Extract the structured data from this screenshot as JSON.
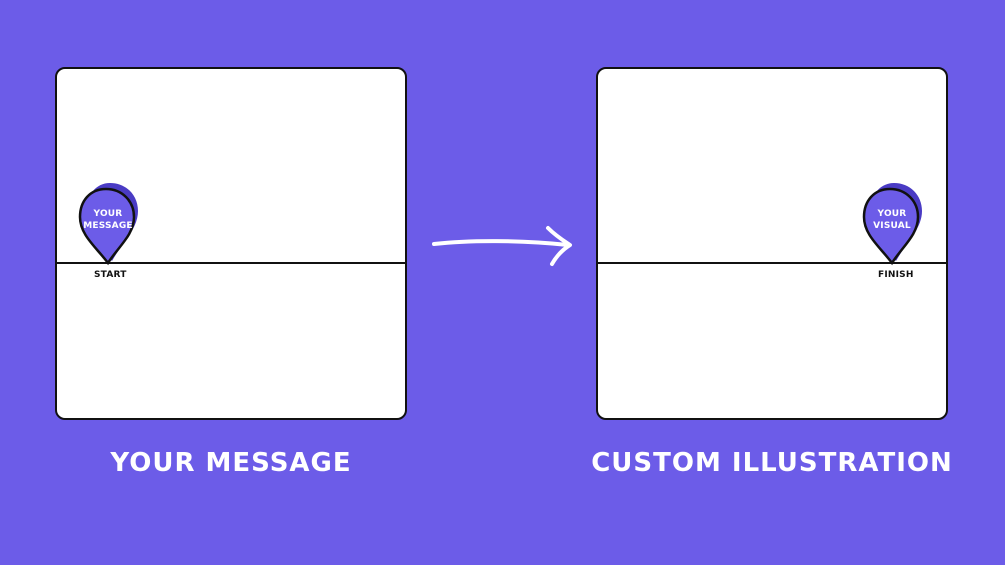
{
  "colors": {
    "background": "#6c5ce8",
    "panel": "#ffffff",
    "marker": "#6c5ce8",
    "text_light": "#ffffff",
    "text_dark": "#111111"
  },
  "left_panel": {
    "marker_line1": "YOUR",
    "marker_line2": "MESSAGE",
    "point_label": "START",
    "caption": "YOUR MESSAGE"
  },
  "right_panel": {
    "marker_line1": "YOUR",
    "marker_line2": "VISUAL",
    "point_label": "FINISH",
    "caption": "CUSTOM ILLUSTRATION"
  },
  "icons": {
    "marker": "map-pin-icon",
    "transition": "arrow-right-icon"
  }
}
